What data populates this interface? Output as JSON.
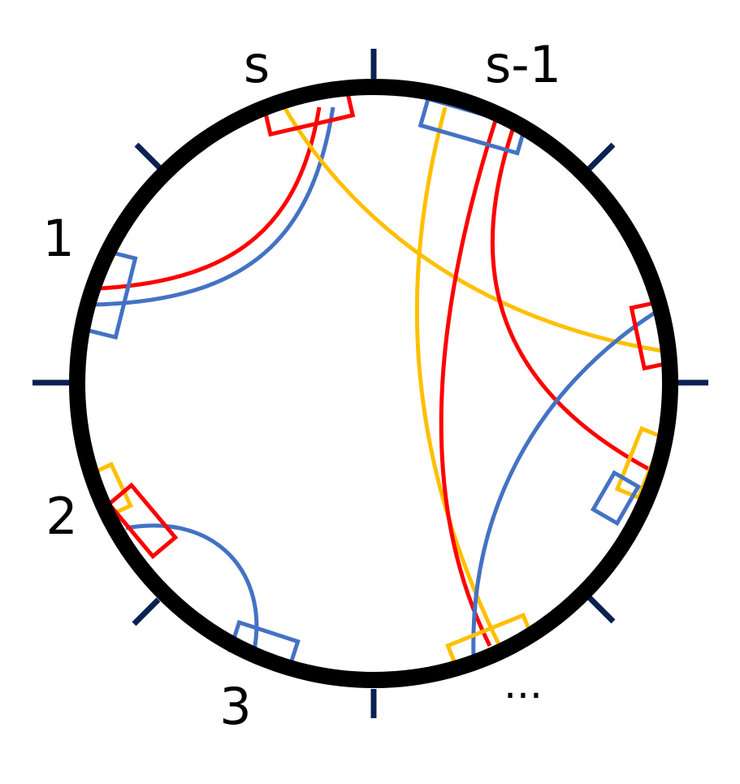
{
  "sector_labels": {
    "s": "s",
    "s_minus_1": "s-1",
    "one": "1",
    "two": "2",
    "three": "3",
    "ellipsis": "..."
  },
  "colors": {
    "circle": "#000000",
    "ticks": "#0b2153",
    "red": "#ff0000",
    "blue": "#4472c4",
    "yellow": "#ffc000"
  }
}
